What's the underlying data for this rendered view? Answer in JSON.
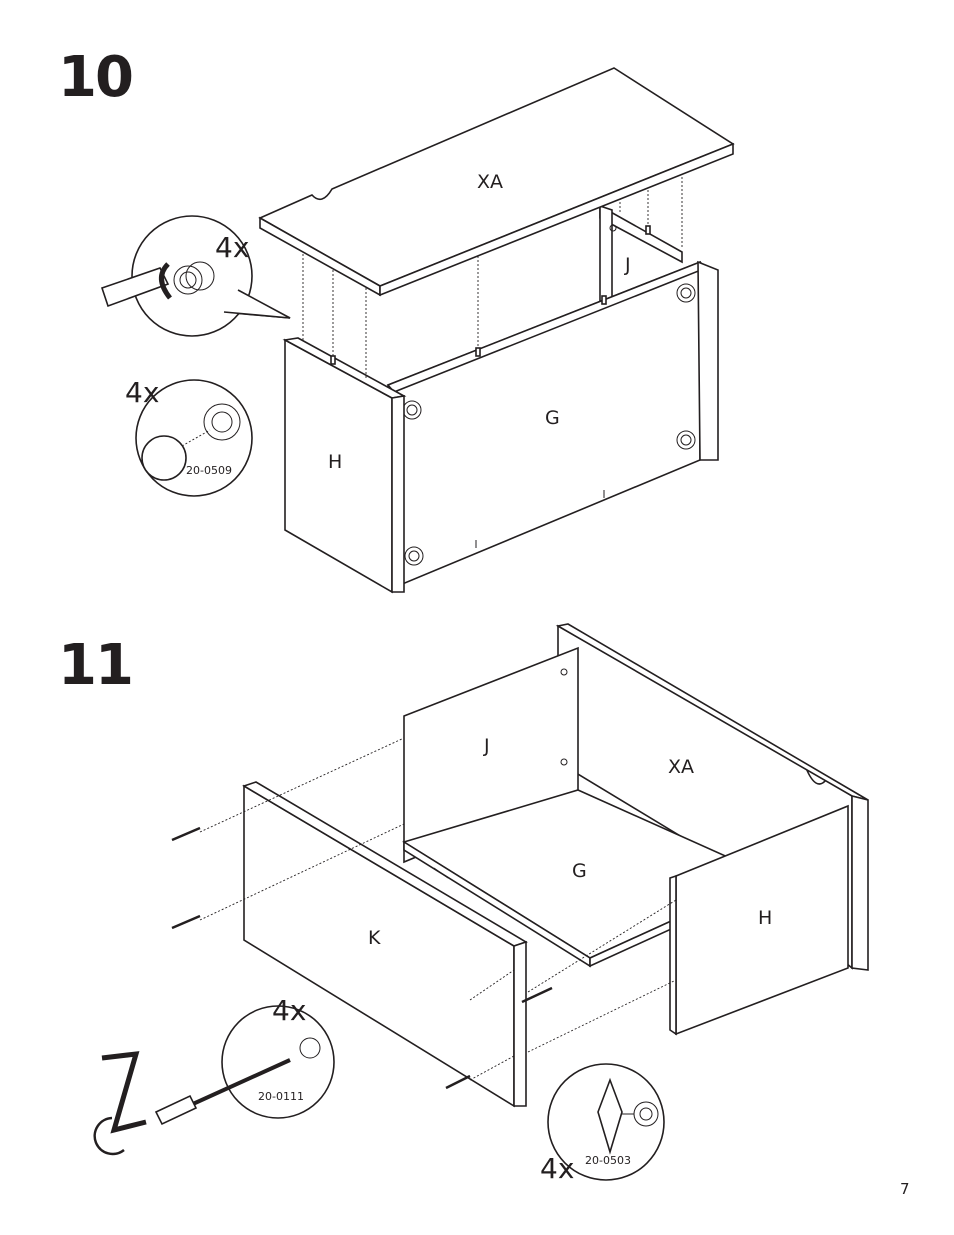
{
  "page_number": "7",
  "steps": [
    {
      "number": "10",
      "panels": {
        "top": "XA",
        "back": "J",
        "bottom": "G",
        "side": "H"
      },
      "callouts": [
        {
          "quantity": "4x",
          "part_code": ""
        },
        {
          "quantity": "4x",
          "part_code": "20-0509"
        }
      ]
    },
    {
      "number": "11",
      "panels": {
        "back": "J",
        "top": "XA",
        "bottom": "G",
        "side": "H",
        "front": "K"
      },
      "callouts": [
        {
          "quantity": "4x",
          "part_code": "20-0111"
        },
        {
          "quantity": "4x",
          "part_code": "20-0503"
        }
      ]
    }
  ]
}
